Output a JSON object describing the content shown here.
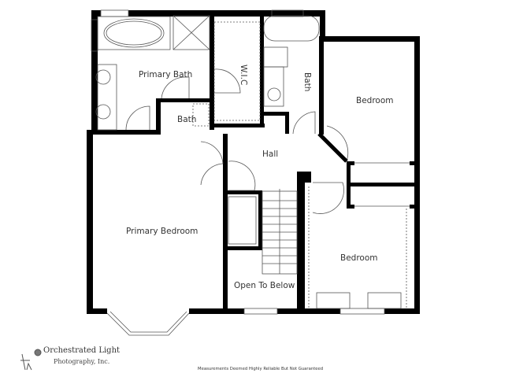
{
  "floorplan": {
    "rooms": [
      {
        "id": "primary-bath",
        "label": "Primary Bath"
      },
      {
        "id": "bath-small",
        "label": "Bath"
      },
      {
        "id": "wic",
        "label": "W.I.C"
      },
      {
        "id": "bath-hall",
        "label": "Bath"
      },
      {
        "id": "bedroom-ne",
        "label": "Bedroom"
      },
      {
        "id": "hall",
        "label": "Hall"
      },
      {
        "id": "primary-bedroom",
        "label": "Primary Bedroom"
      },
      {
        "id": "open-to-below",
        "label": "Open To Below"
      },
      {
        "id": "bedroom-se",
        "label": "Bedroom"
      }
    ]
  },
  "footer": {
    "logo_line1": "Orchestrated Light",
    "logo_line2": "Photography, Inc.",
    "disclaimer": "Measurements Deemed Highly Reliable But Not Guaranteed"
  }
}
